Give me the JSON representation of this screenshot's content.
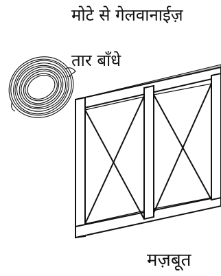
{
  "instruction": {
    "line1": "मोटे से गेलवानाईज़",
    "line2": "तार बाँधे"
  },
  "label_bottom": "मज़बूत",
  "colors": {
    "ink": "#111111",
    "frame_fill": "#ffffff",
    "shadow": "#bbbbbb"
  },
  "icons": {
    "wire": "coiled-wire-icon",
    "frame": "braced-frame-icon"
  }
}
